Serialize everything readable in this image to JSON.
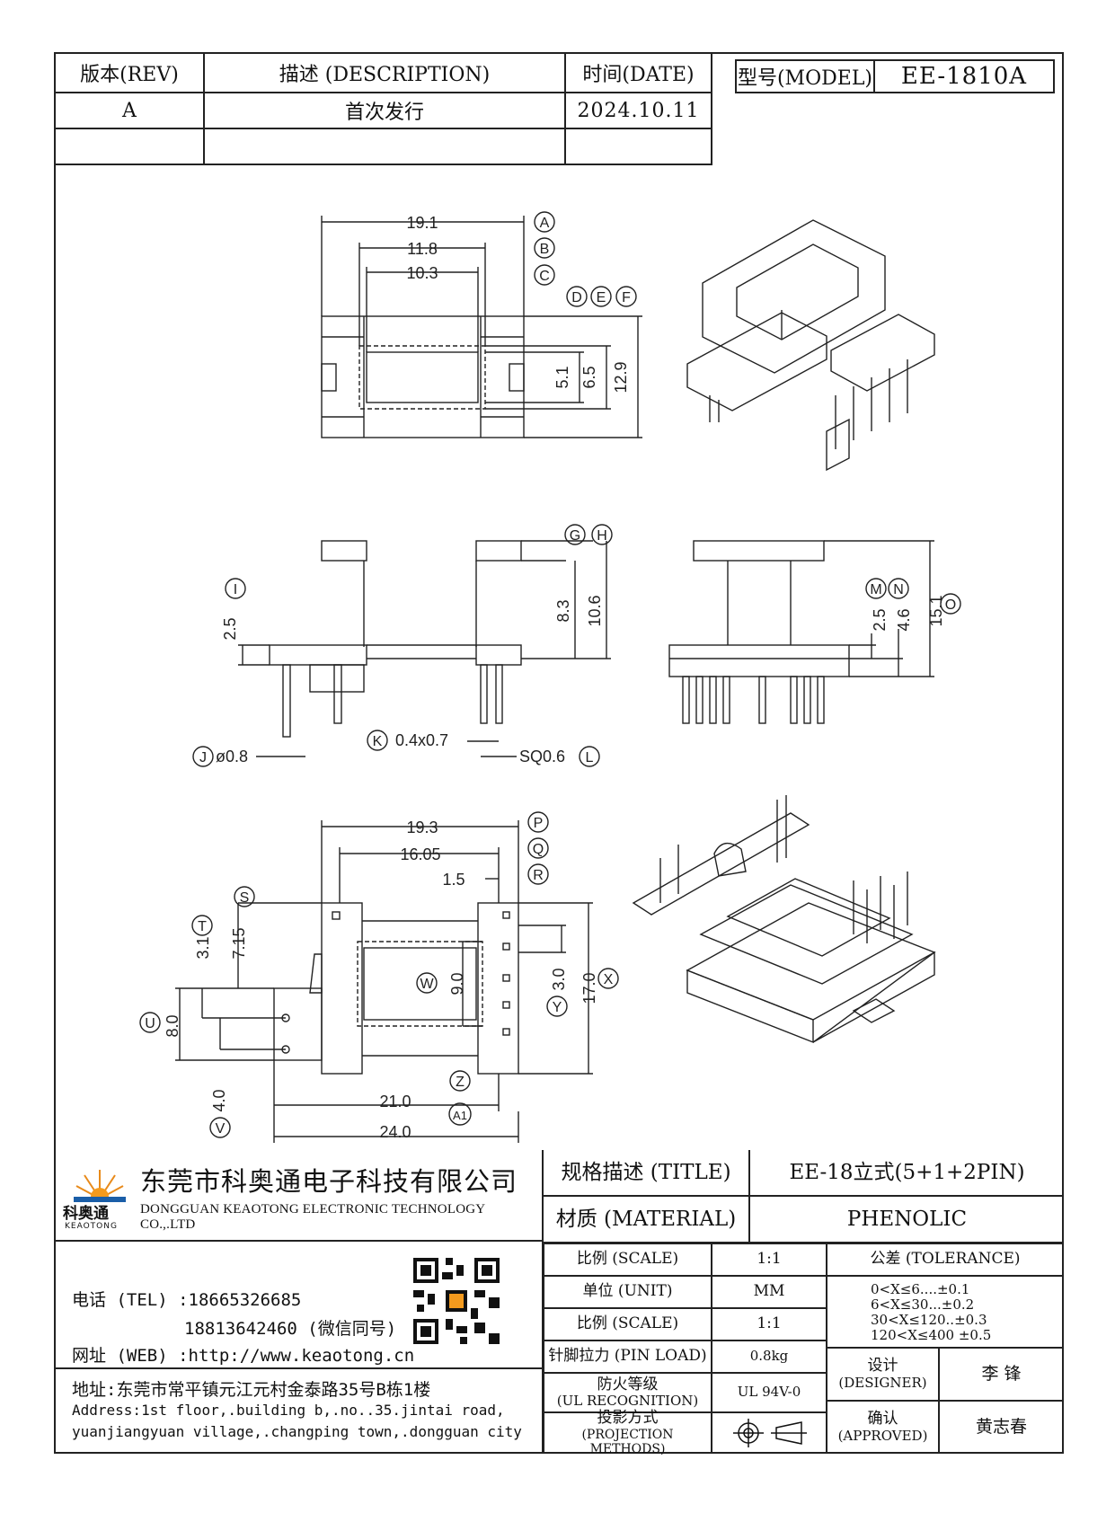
{
  "header": {
    "rev_label": "版本(REV)",
    "desc_label": "描述 (DESCRIPTION)",
    "date_label": "时间(DATE)",
    "rows": [
      {
        "rev": "A",
        "desc": "首次发行",
        "date": "2024.10.11"
      },
      {
        "rev": "",
        "desc": "",
        "date": ""
      }
    ],
    "model_label": "型号(MODEL)",
    "model_value": "EE-1810A"
  },
  "dimensions": {
    "top": {
      "A": "19.1",
      "B": "11.8",
      "C": "10.3",
      "D": "5.1",
      "E": "6.5",
      "F": "12.9"
    },
    "front": {
      "G": "8.3",
      "H": "10.6",
      "I": "2.5",
      "J": "ø0.8",
      "K": "0.4x0.7",
      "L": "SQ0.6"
    },
    "side": {
      "M": "2.5",
      "N": "4.6",
      "O": "15.1"
    },
    "bottom": {
      "P": "19.3",
      "Q": "16.05",
      "R": "1.5",
      "S": "",
      "T": "3.1",
      "T2": "7.15",
      "U": "8.0",
      "V": "4.0",
      "W": "9.0",
      "X": "17.0",
      "Y": "3.0",
      "Z": "21.0",
      "A1": "24.0"
    }
  },
  "callouts": [
    "A",
    "B",
    "C",
    "D",
    "E",
    "F",
    "G",
    "H",
    "I",
    "J",
    "K",
    "L",
    "M",
    "N",
    "O",
    "P",
    "Q",
    "R",
    "S",
    "T",
    "U",
    "V",
    "W",
    "X",
    "Y",
    "Z",
    "A1"
  ],
  "company": {
    "name_cn": "东莞市科奥通电子科技有限公司",
    "name_en": "DONGGUAN KEAOTONG ELECTRONIC TECHNOLOGY CO.,.LTD",
    "logo_cn": "科奥通",
    "logo_en": "KEAOTONG",
    "tel_label": "电话 (TEL) :18665326685",
    "tel2": "18813642460 (微信同号)",
    "web": "网址 (WEB) :http://www.keaotong.cn",
    "addr_cn": "地址:东莞市常平镇元江元村金泰路35号B栋1楼",
    "addr_en1": "Address:1st floor,.building b,.no..35.jintai road,",
    "addr_en2": "yuanjiangyuan village,.changping town,.dongguan city"
  },
  "titleblock": {
    "title_label": "规格描述 (TITLE)",
    "title_value": "EE-18立式(5+1+2PIN)",
    "material_label": "材质 (MATERIAL)",
    "material_value": "PHENOLIC",
    "scale_label": "比例 (SCALE)",
    "scale_value": "1:1",
    "unit_label": "单位 (UNIT)",
    "unit_value": "MM",
    "scale2_label": "比例 (SCALE)",
    "scale2_value": "1:1",
    "pinload_label": "针脚拉力 (PIN LOAD)",
    "pinload_value": "0.8kg",
    "ul_label1": "防火等级",
    "ul_label2": "(UL RECOGNITION)",
    "ul_value": "UL 94V-0",
    "proj_label1": "投影方式",
    "proj_label2": "(PROJECTION METHODS)",
    "tolerance_label": "公差 (TOLERANCE)",
    "tolerances": [
      "0<X≤6....±0.1",
      "6<X≤30...±0.2",
      "30<X≤120..±0.3",
      "120<X≤400 ±0.5"
    ],
    "designer_label1": "设计",
    "designer_label2": "(DESIGNER)",
    "designer_value": "李 锋",
    "approved_label1": "确认",
    "approved_label2": "(APPROVED)",
    "approved_value": "黄志春"
  }
}
